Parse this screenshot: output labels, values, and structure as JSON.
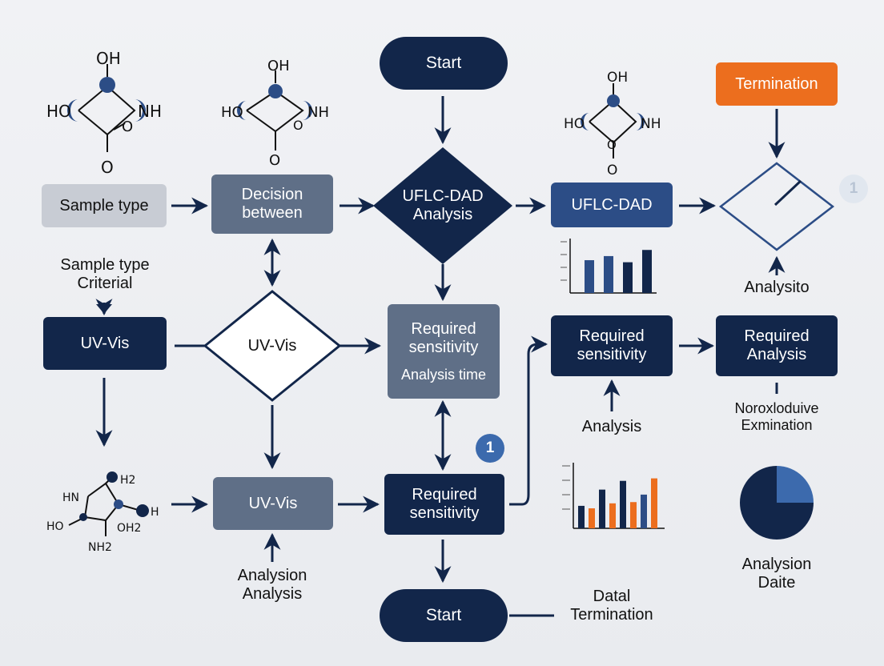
{
  "nodes": {
    "start_top": "Start",
    "termination_top": "Termination",
    "sample_type": "Sample type",
    "decision_between": [
      "Decision",
      "between"
    ],
    "uflc_dad_analysis": [
      "UFLC-DAD",
      "Analysis"
    ],
    "uflc_dad": "UFLC-DAD",
    "uv_vis_left": "UV-Vis",
    "uv_vis_diamond": "UV-Vis",
    "required_sensitivity_center": [
      "Required",
      "sensitivity"
    ],
    "analysis_time": "Analysis time",
    "required_sensitivity_right": [
      "Required",
      "sensitivity"
    ],
    "required_analysis": [
      "Required",
      "Analysis"
    ],
    "uv_vis_bottom": "UV-Vis",
    "required_sensitivity_bottom": [
      "Required",
      "sensitivity"
    ],
    "start_bottom": "Start"
  },
  "labels": {
    "sample_type_criterial": [
      "Sample type",
      "Criterial"
    ],
    "analysito": "Analysito",
    "analysis_mid": "Analysis",
    "noroxloduive": [
      "Noroxloduive",
      "Exmination"
    ],
    "analysion_analysis": [
      "Analysion",
      "Analysis"
    ],
    "datal_termination": [
      "Datal",
      "Termination"
    ],
    "analysion_daite": [
      "Analysion",
      "Daite"
    ]
  },
  "badges": [
    "1",
    "1"
  ],
  "molecules": {
    "mol1": [
      "OH",
      "HO",
      "NH",
      "O",
      "O"
    ],
    "mol2": [
      "OH",
      "HO",
      "NH",
      "O",
      "O"
    ],
    "mol3": [
      "OH",
      "HO",
      "NH",
      "O",
      "O"
    ],
    "mol4": [
      "H2",
      "HN",
      "H",
      "HO",
      "OH2",
      "NH2"
    ]
  },
  "colors": {
    "navy": "#12264a",
    "slate": "#5f6f87",
    "blue": "#2c4d86",
    "orange": "#ec6e1e",
    "light": "#c8ccd4",
    "atom": "#2c4d86"
  },
  "chart_data": [
    {
      "type": "bar",
      "series": [
        {
          "values": [
            32,
            36,
            30,
            42
          ]
        }
      ],
      "bar_colors": [
        "#2c4d86",
        "#2c4d86",
        "#12264a",
        "#12264a"
      ],
      "ylim": [
        0,
        50
      ]
    },
    {
      "type": "bar",
      "series": [
        {
          "values": [
            36,
            32,
            62,
            40,
            76,
            42,
            54,
            80
          ]
        }
      ],
      "bar_colors": [
        "#12264a",
        "#ec6e1e",
        "#12264a",
        "#ec6e1e",
        "#12264a",
        "#ec6e1e",
        "#2c4d86",
        "#ec6e1e"
      ],
      "ylim": [
        0,
        100
      ]
    },
    {
      "type": "pie",
      "values": [
        75,
        25
      ],
      "slice_colors": [
        "#12264a",
        "#3c6aad"
      ]
    }
  ]
}
